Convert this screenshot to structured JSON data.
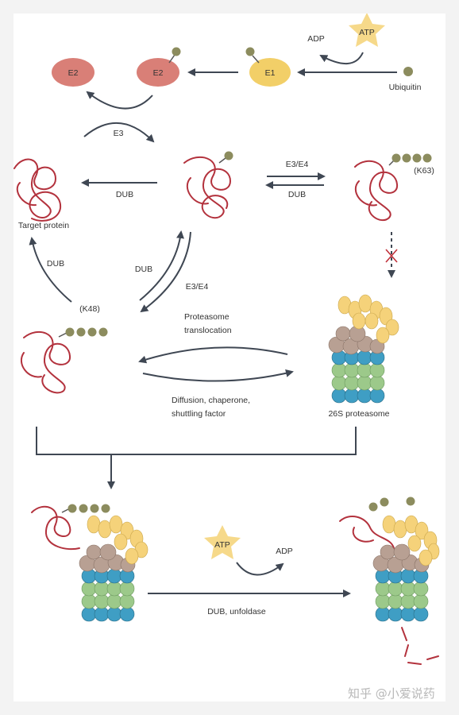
{
  "labels": {
    "adp_top": "ADP",
    "atp_top": "ATP",
    "e2_left": "E2",
    "e2_right": "E2",
    "e1": "E1",
    "ubiquitin": "Ubiquitin",
    "e3": "E3",
    "dub_left": "DUB",
    "e3e4_top": "E3/E4",
    "dub_top_right": "DUB",
    "k63": "(K63)",
    "target_protein": "Target protein",
    "dub_vertical_left": "DUB",
    "dub_vertical_mid": "DUB",
    "e3e4_mid": "E3/E4",
    "k48": "(K48)",
    "proteasome_translocation_1": "Proteasome",
    "proteasome_translocation_2": "translocation",
    "diffusion_1": "Diffusion, chaperone,",
    "diffusion_2": "shuttling factor",
    "proteasome_26s": "26S proteasome",
    "atp_bottom": "ATP",
    "adp_bottom": "ADP",
    "dub_unfoldase": "DUB, unfoldase"
  },
  "watermark": "知乎 @小爱说药",
  "colors": {
    "e2": "#d97f77",
    "e1": "#f2cf68",
    "ubiquitin": "#8c8c5e",
    "protein": "#b3323d",
    "arrow": "#3f4753",
    "atp": "#f6d98a",
    "lid": "#f5d27a",
    "cap": "#b8a093",
    "ring_blue": "#3f9ec4",
    "ring_green": "#9cc98a",
    "inhibit": "#c0303a"
  }
}
